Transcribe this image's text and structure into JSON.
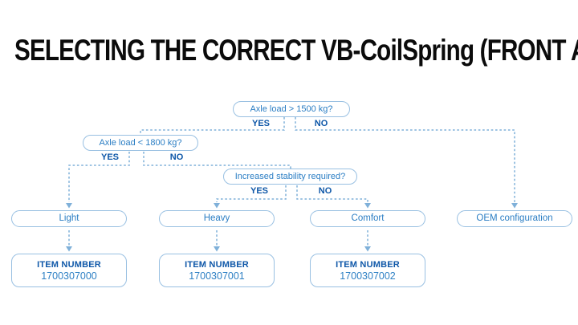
{
  "title": "SELECTING THE CORRECT VB-CoilSpring (FRONT AXLE)",
  "colors": {
    "title_text": "#0b0b0b",
    "question_text": "#2b7ec4",
    "yes_no_text": "#0e57a8",
    "box_border": "#99c0e2",
    "dashed_line": "#7fb0d9",
    "item_number_text": "#2e80c4",
    "background": "#ffffff"
  },
  "flowchart": {
    "decisions": [
      {
        "question": "Axle load > 1500 kg?",
        "yes": "YES",
        "no": "NO"
      },
      {
        "question": "Axle load < 1800 kg?",
        "yes": "YES",
        "no": "NO"
      },
      {
        "question": "Increased stability required?",
        "yes": "YES",
        "no": "NO"
      }
    ],
    "outcomes": [
      {
        "label": "Light",
        "item": {
          "heading": "ITEM NUMBER",
          "number": "1700307000"
        }
      },
      {
        "label": "Heavy",
        "item": {
          "heading": "ITEM NUMBER",
          "number": "1700307001"
        }
      },
      {
        "label": "Comfort",
        "item": {
          "heading": "ITEM NUMBER",
          "number": "1700307002"
        }
      },
      {
        "label": "OEM configuration"
      }
    ]
  }
}
